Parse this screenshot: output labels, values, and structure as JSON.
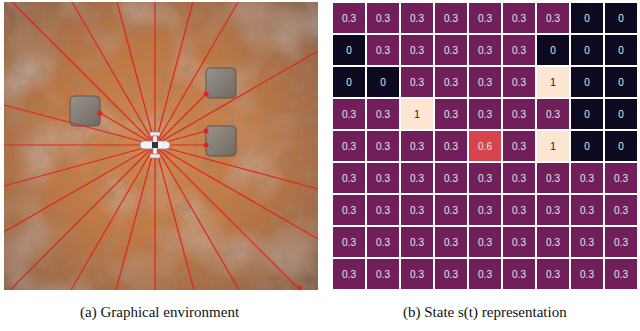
{
  "diagram": {
    "labels": [
      "0.3",
      "0.3",
      "0.3",
      "0.3",
      "0.3",
      "0.3",
      "0.3",
      "0",
      "0",
      "0",
      "0.3",
      "0.3",
      "0.3",
      "0.3",
      "0.3",
      "0",
      "0",
      "0",
      "0",
      "0",
      "0.3",
      "0.3",
      "0.3",
      "0.3",
      "1",
      "0",
      "0",
      "0.3",
      "0.3",
      "1",
      "0.3",
      "0.3",
      "0.3",
      "0.3",
      "0",
      "0",
      "0.3",
      "0.3",
      "0.3",
      "0.3",
      "0.6",
      "0.3",
      "1",
      "0",
      "0",
      "0.3",
      "0.3",
      "0.3",
      "0.3",
      "0.3",
      "0.3",
      "0.3",
      "0.3",
      "0.3",
      "0.3",
      "0.3",
      "0.3",
      "0.3",
      "0.3",
      "0.3",
      "0.3",
      "0.3",
      "0.3",
      "0.3",
      "0.3",
      "0.3",
      "0.3",
      "0.3",
      "0.3",
      "0.3",
      "0.3",
      "0.3",
      "0.3",
      "0.3",
      "0.3",
      "0.3",
      "0.3",
      "0.3",
      "0.3",
      "0.3",
      "0.3",
      "(a) Graphical environment",
      "(b) State s(t) representation"
    ]
  }
}
